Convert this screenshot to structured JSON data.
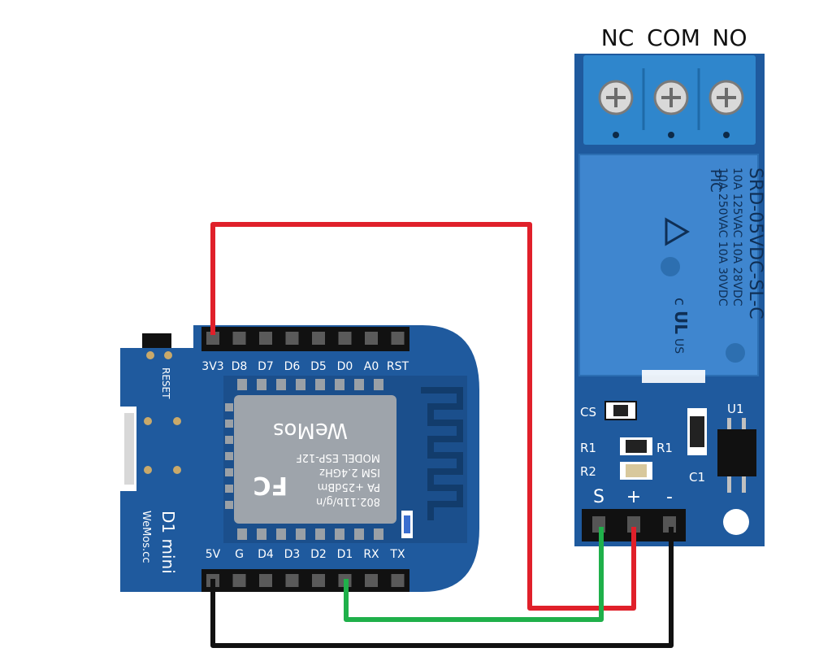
{
  "relay": {
    "terminal_labels": [
      "NC",
      "COM",
      "NO"
    ],
    "relay_text_line1": "SRD-05VDC-SL-C",
    "relay_text_line2": "10A 250VAC 10A 30VDC",
    "relay_text_line3": "10A 125VAC 10A 28VDC",
    "brand": "PIC",
    "cert_left": "c",
    "cert_mark": "UL",
    "cert_right": "US",
    "components": [
      "CS",
      "R1",
      "R1",
      "R2",
      "C1",
      "U1"
    ],
    "pin_labels": [
      "S",
      "+",
      "-"
    ]
  },
  "d1mini": {
    "top_pins": [
      "3V3",
      "D8",
      "D7",
      "D6",
      "D5",
      "D0",
      "A0",
      "RST"
    ],
    "bottom_pins": [
      "5V",
      "G",
      "D4",
      "D3",
      "D2",
      "D1",
      "RX",
      "TX"
    ],
    "reset_label": "RESET",
    "board_name": "D1 mini",
    "maker": "WeMos.cc",
    "module": {
      "fcc": "FC",
      "wifi": "802.11b/g/n",
      "power": "PA +25dBm",
      "band": "ISM 2.4GHz",
      "model": "MODEL ESP-12F",
      "brand": "WeMos"
    }
  },
  "wires": [
    {
      "name": "3V3 to +",
      "color": "#e0202a"
    },
    {
      "name": "D1 to S",
      "color": "#1fb04a"
    },
    {
      "name": "5V to -",
      "color": "#111111"
    }
  ],
  "colors": {
    "pcb": "#1f5a9e",
    "pcb_dark": "#17467e",
    "relay_body": "#3f86cf",
    "terminal": "#2f86cc"
  }
}
